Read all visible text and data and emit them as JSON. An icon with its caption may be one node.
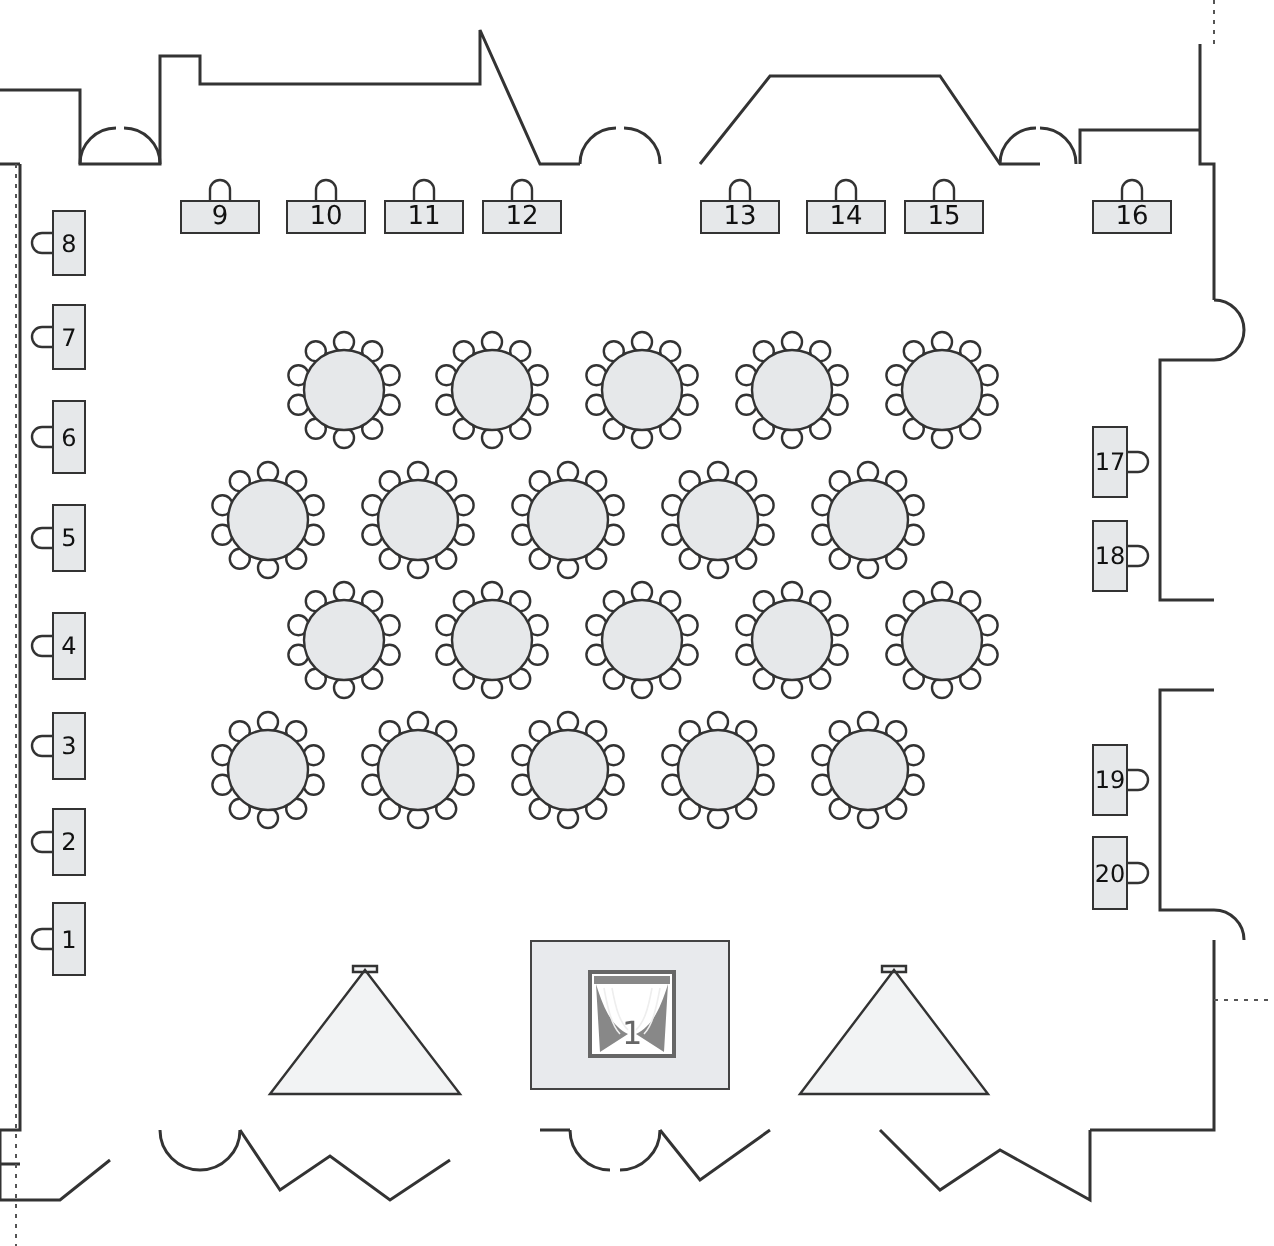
{
  "diagram": {
    "nodes": [
      {
        "text": [
          "9"
        ]
      },
      {
        "text": [
          "10"
        ]
      },
      {
        "text": [
          "11"
        ]
      },
      {
        "text": [
          "12"
        ]
      },
      {
        "text": [
          "13"
        ]
      },
      {
        "text": [
          "14"
        ]
      },
      {
        "text": [
          "15"
        ]
      },
      {
        "text": [
          "16"
        ]
      },
      {
        "text": [
          "8"
        ]
      },
      {
        "text": [
          "7"
        ]
      },
      {
        "text": [
          "6"
        ]
      },
      {
        "text": [
          "17"
        ]
      },
      {
        "text": [
          "5"
        ]
      },
      {
        "text": [
          "18"
        ]
      },
      {
        "text": [
          "4"
        ]
      },
      {
        "text": [
          "3"
        ]
      },
      {
        "text": [
          "19"
        ]
      },
      {
        "text": [
          "2"
        ]
      },
      {
        "text": [
          "20"
        ]
      },
      {
        "text": [
          "1"
        ]
      },
      {
        "text": [
          "1"
        ]
      }
    ]
  }
}
